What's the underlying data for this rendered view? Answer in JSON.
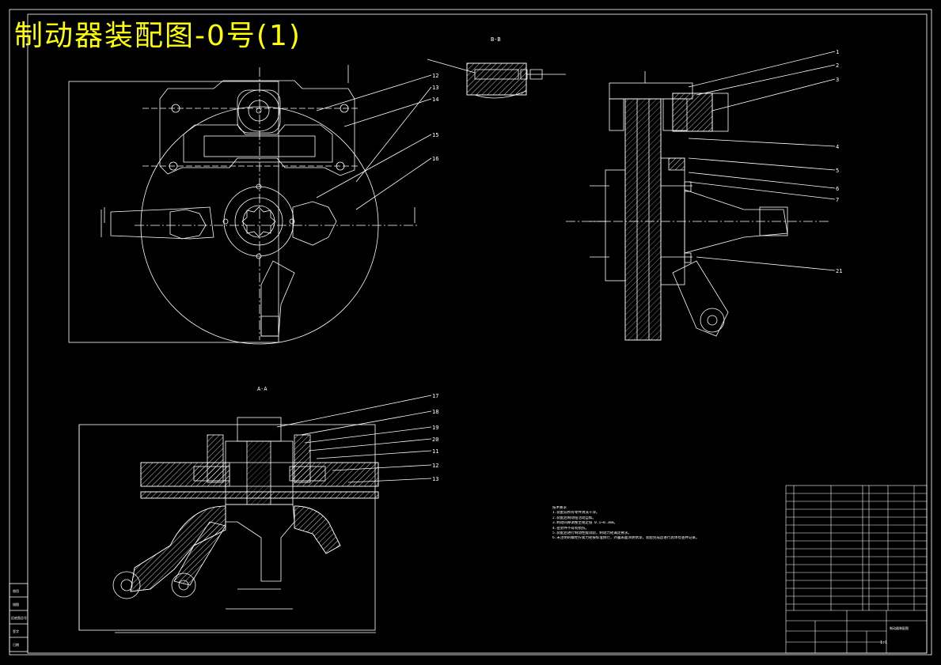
{
  "title": "制动器装配图-0号(1)",
  "colors": {
    "background": "#000000",
    "lines": "#ffffff",
    "title": "#ffff00",
    "hatch": "#ffffff"
  },
  "section_labels": {
    "top_center": "B-B",
    "bottom_left": "A-A"
  },
  "callouts": {
    "front_view": [
      "12",
      "13",
      "14",
      "15",
      "16"
    ],
    "side_view": [
      "1",
      "2",
      "3",
      "4",
      "5",
      "6",
      "7",
      "21"
    ],
    "section_view": [
      "17",
      "18",
      "19",
      "20",
      "11",
      "12",
      "13"
    ]
  },
  "tech_notes": {
    "heading": "技术要求",
    "lines": [
      "1.装配前所有零件清洗干净。",
      "2.装配后制动钳活动自如。",
      "3.制动间隙调整至规定值 0.1~0.3mm。",
      "4.密封件不得有损伤。",
      "5.装配后进行制动性能试验，制动力矩满足要求。",
      "6.未注明的螺栓拧紧力矩按标准执行，外露表面涂防锈漆，装配完成后进行总体检查并记录。"
    ]
  },
  "title_block": {
    "caption": "制动器装配图",
    "scale": "1:1"
  },
  "side_strip": [
    "借用",
    "描图",
    "旧底图总号",
    "签字",
    "日期"
  ]
}
